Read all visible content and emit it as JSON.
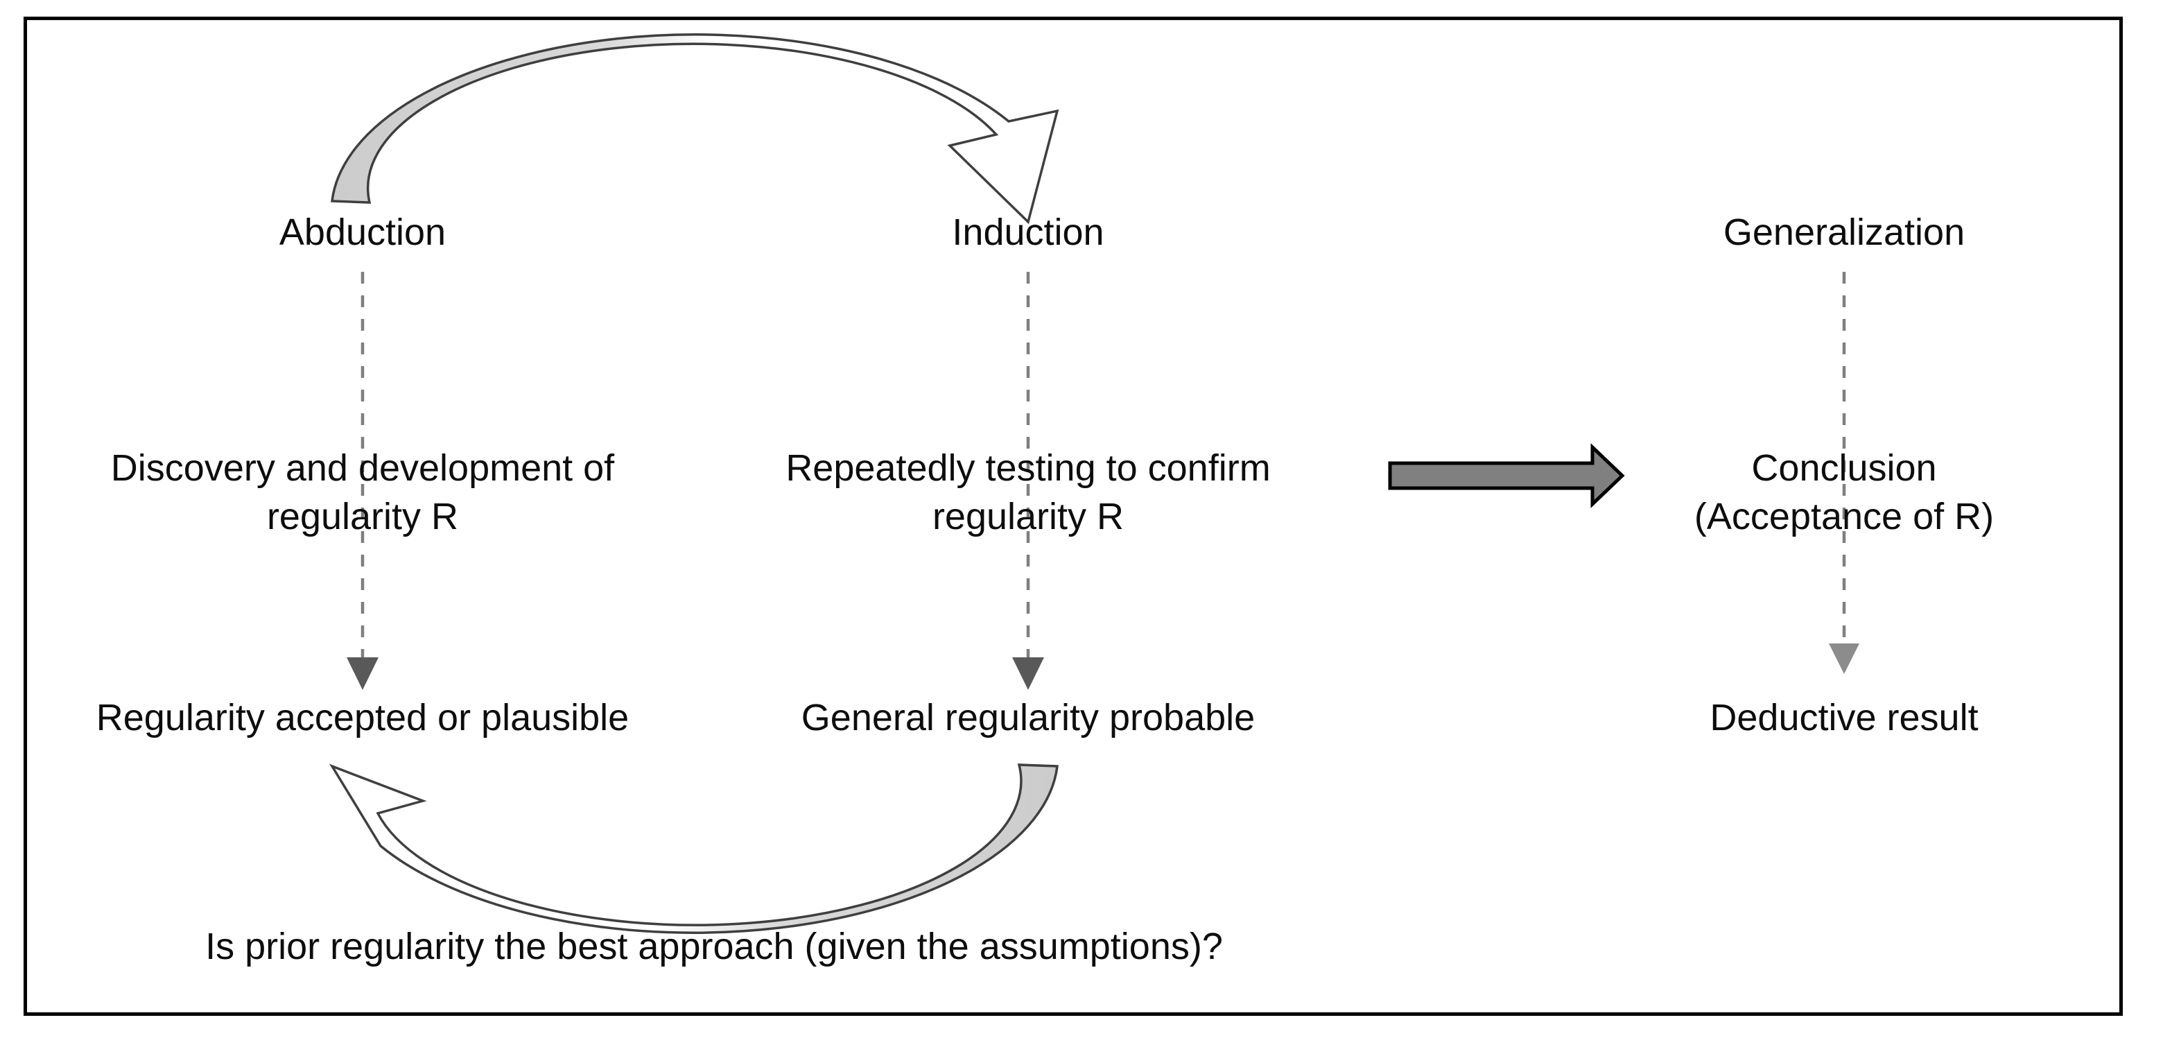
{
  "figure": {
    "title": "Abduction-induction-deduction cycle",
    "border_color": "#000000",
    "background": "#ffffff"
  },
  "colors": {
    "text": "#0d0d0d",
    "dashed_line": "#7f7f7f",
    "curved_arrow_fill": "#d3d3d3",
    "curved_arrow_stroke": "#3f3f3f",
    "block_arrow_fill": "#808080",
    "block_arrow_stroke": "#000000"
  },
  "columns": {
    "left": {
      "stage": "Abduction",
      "body": "Discovery and development of\nregularity R",
      "outcome": "Regularity accepted or plausible"
    },
    "middle": {
      "stage": "Induction",
      "body": "Repeatedly testing to confirm\nregularity R",
      "outcome": "General regularity probable"
    },
    "right": {
      "stage": "Generalization",
      "body": "Conclusion\n(Acceptance of R)",
      "outcome": "Deductive result"
    }
  },
  "caption": "Is prior regularity the best approach (given the assumptions)?",
  "arrows": {
    "top_curve": "Abduction to Induction",
    "bottom_curve": "General regularity probable to Regularity accepted or plausible",
    "block_arrow": "Induction to Generalization",
    "dashed_left": "Abduction down to Regularity accepted or plausible",
    "dashed_middle": "Induction down to General regularity probable",
    "dashed_right": "Generalization down to Deductive result"
  }
}
